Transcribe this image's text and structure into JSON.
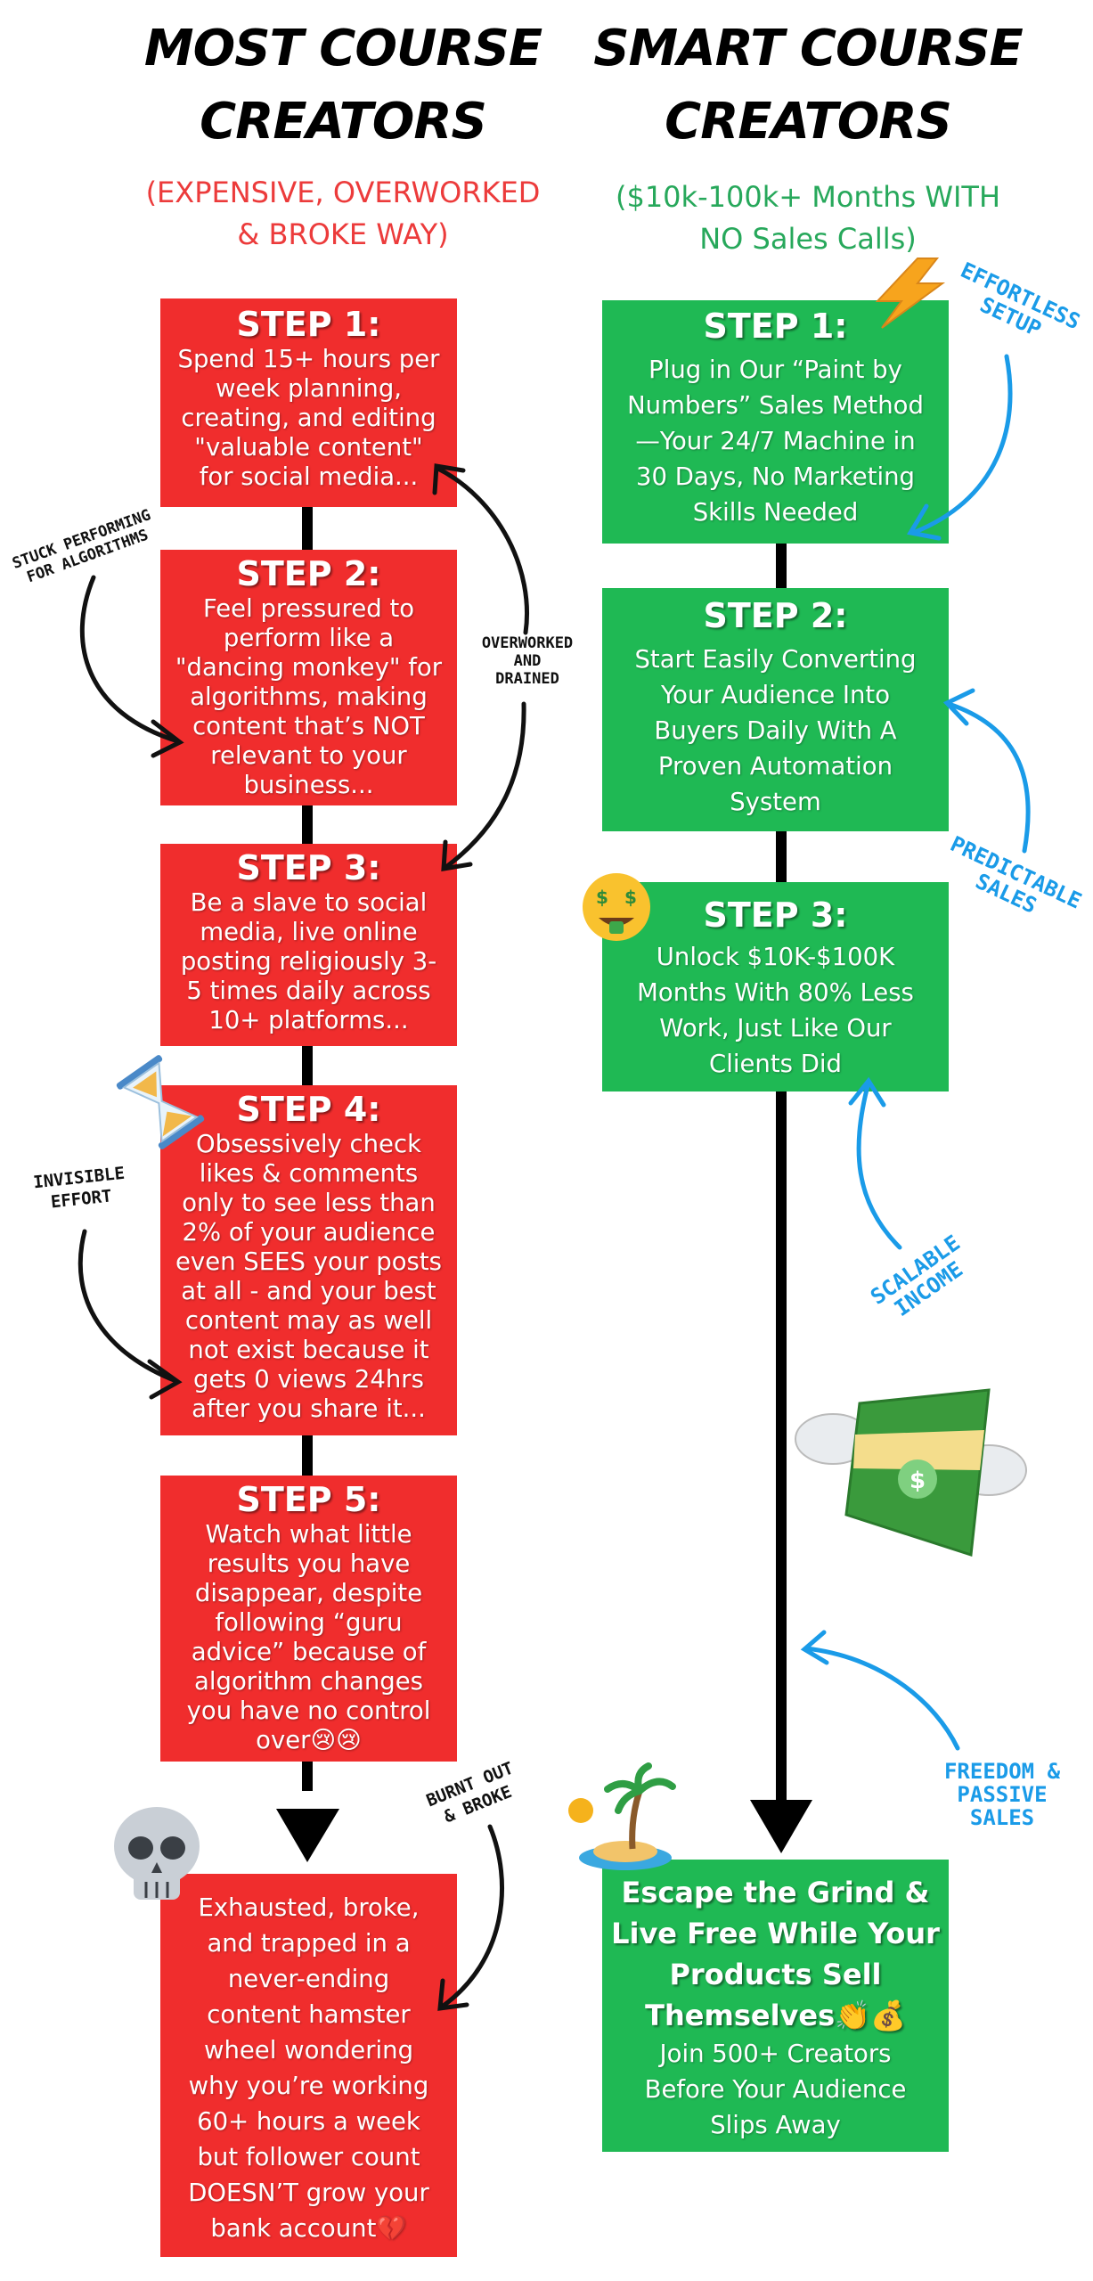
{
  "left": {
    "heading_line1": "MOST COURSE",
    "heading_line2": "CREATORS",
    "sub_line1": "(EXPENSIVE, OVERWORKED",
    "sub_line2": "& BROKE WAY)",
    "steps": [
      {
        "title": "STEP 1:",
        "lines": [
          "Spend 15+ hours per",
          "week planning,",
          "creating, and editing",
          "\"valuable content\"",
          "for social media..."
        ]
      },
      {
        "title": "STEP 2:",
        "lines": [
          "Feel pressured to",
          "perform like a",
          "\"dancing monkey\" for",
          "algorithms, making",
          "content that’s NOT",
          "relevant to your",
          "business..."
        ]
      },
      {
        "title": "STEP 3:",
        "lines": [
          "Be a slave to social",
          "media, live online",
          "posting religiously 3-",
          "5 times daily across",
          "10+ platforms..."
        ]
      },
      {
        "title": "STEP 4:",
        "lines": [
          "Obsessively check",
          "likes & comments",
          "only to see less than",
          "2% of your audience",
          "even SEES your posts",
          "at all - and your best",
          "content may as well",
          "not exist because it",
          "gets 0 views 24hrs",
          "after you share it..."
        ]
      },
      {
        "title": "STEP 5:",
        "lines": [
          "Watch what little",
          "results you have",
          "disappear, despite",
          "following “guru",
          "advice” because of",
          "algorithm changes",
          "you have no control",
          "over😢😢"
        ]
      }
    ],
    "final_lines": [
      "Exhausted, broke,",
      "and trapped in a",
      "never-ending",
      "content hamster",
      "wheel wondering",
      "why you’re working",
      "60+ hours a week",
      "but follower count",
      "DOESN’T grow your",
      "bank account💔"
    ],
    "annotations": {
      "stuck_line1": "STUCK PERFORMING",
      "stuck_line2": "FOR ALGORITHMS",
      "overworked_line1": "OVERWORKED",
      "overworked_line2": "AND",
      "overworked_line3": "DRAINED",
      "invisible_line1": "INVISIBLE",
      "invisible_line2": "EFFORT",
      "burnt_line1": "BURNT OUT",
      "burnt_line2": "& BROKE"
    }
  },
  "right": {
    "heading_line1": "SMART COURSE",
    "heading_line2": "CREATORS",
    "sub_line1": "($10k-100k+ Months WITH",
    "sub_line2": "NO Sales Calls)",
    "steps": [
      {
        "title": "STEP 1:",
        "lines": [
          "Plug in Our “Paint by",
          "Numbers” Sales Method",
          "—Your 24/7 Machine in",
          "30 Days, No Marketing",
          "Skills Needed"
        ]
      },
      {
        "title": "STEP 2:",
        "lines": [
          "Start Easily Converting",
          "Your Audience Into",
          "Buyers Daily With A",
          "Proven Automation",
          "System"
        ]
      },
      {
        "title": "STEP 3:",
        "lines": [
          "Unlock $10K-$100K",
          "Months With 80% Less",
          "Work, Just Like Our",
          "Clients Did"
        ]
      }
    ],
    "final_bold_lines": [
      "Escape the Grind &",
      "Live Free While Your",
      "Products Sell",
      "Themselves👏💰"
    ],
    "final_lines": [
      "Join 500+ Creators",
      "Before Your Audience",
      "Slips Away"
    ],
    "annotations": {
      "effortless_line1": "EFFORTLESS",
      "effortless_line2": "SETUP",
      "predictable_line1": "PREDICTABLE",
      "predictable_line2": "SALES",
      "scalable_line1": "SCALABLE",
      "scalable_line2": "INCOME",
      "freedom_line1": "FREEDOM &",
      "freedom_line2": "PASSIVE",
      "freedom_line3": "SALES"
    }
  },
  "icons": {
    "lightning": "lightning-bolt-icon",
    "money_face": "money-mouth-face-icon",
    "flying_money": "money-with-wings-icon",
    "island": "desert-island-icon",
    "hourglass": "hourglass-icon",
    "skull": "skull-icon"
  },
  "colors": {
    "red": "#f02d2d",
    "green": "#1fb954",
    "blue_annotation": "#1a9be8",
    "red_subtitle": "#ec3b3b",
    "green_subtitle": "#27a85b"
  }
}
